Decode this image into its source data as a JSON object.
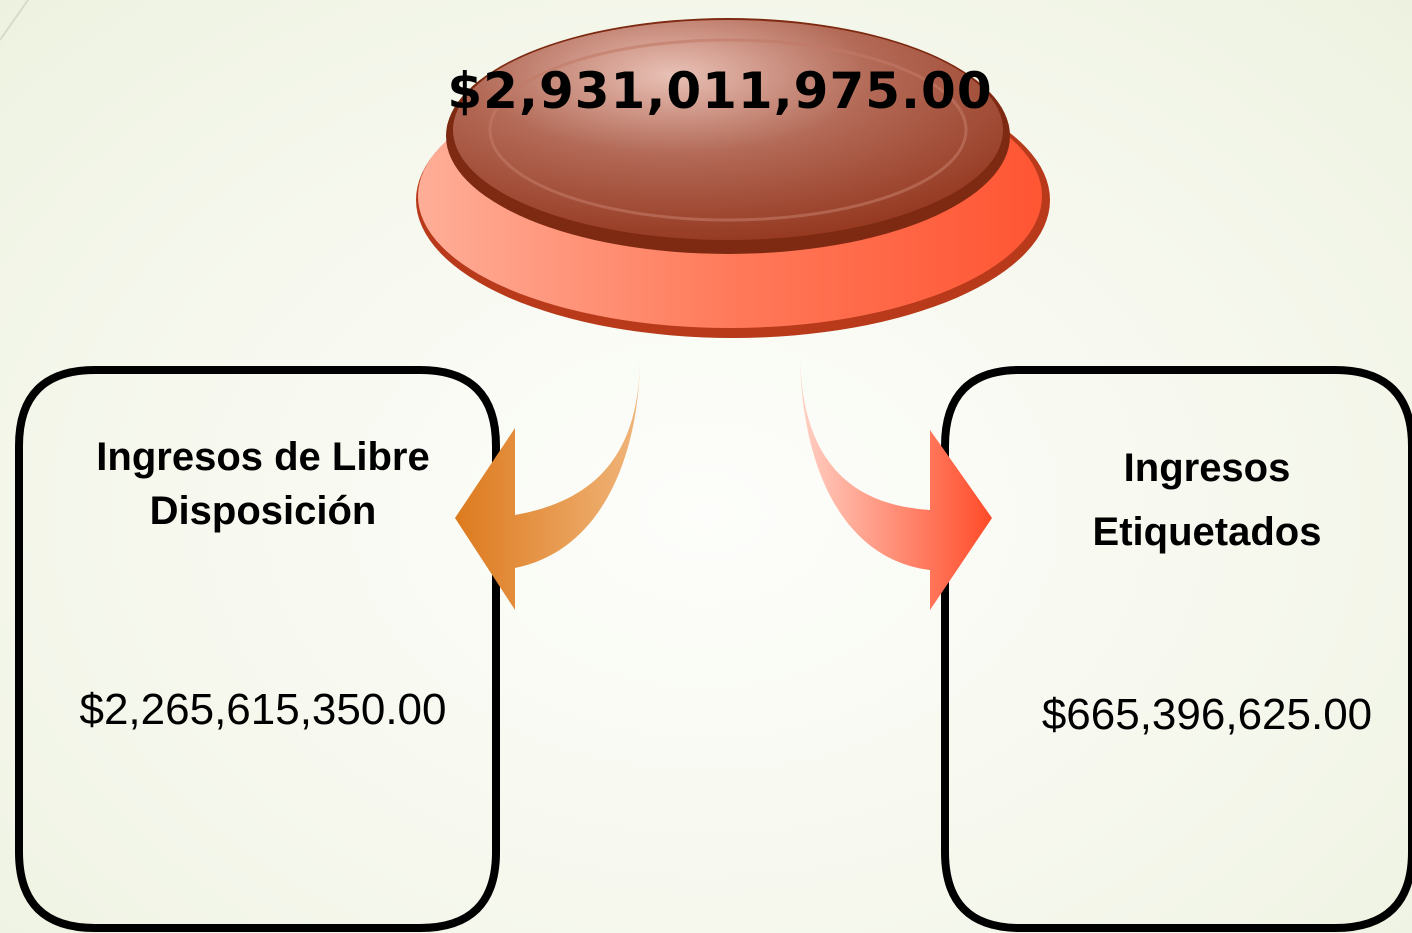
{
  "total": {
    "amount": "$2,931,011,975.00"
  },
  "left_box": {
    "title_line1": "Ingresos de Libre",
    "title_line2": "Disposición",
    "amount": "$2,265,615,350.00"
  },
  "right_box": {
    "title_line1": "Ingresos",
    "title_line2": "Etiquetados",
    "amount": "$665,396,625.00"
  },
  "colors": {
    "button_base": "#ff5a36",
    "button_top": "#a8341f",
    "arrow_left": "#e07a22",
    "arrow_right": "#ff5030",
    "box_border": "#000000"
  }
}
